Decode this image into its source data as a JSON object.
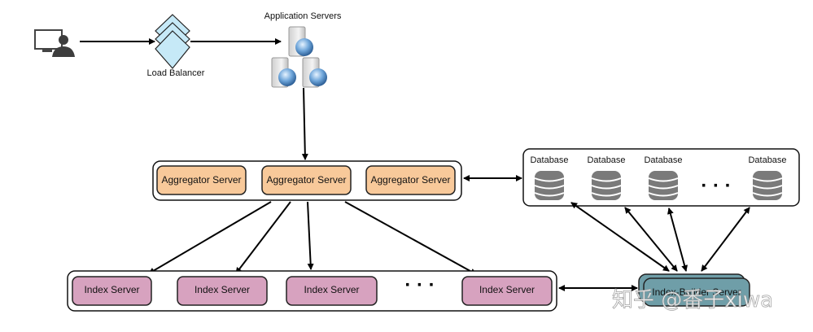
{
  "diagram": {
    "client": {
      "icon": "user-computer-icon"
    },
    "load_balancer": {
      "label": "Load Balancer",
      "icon": "diamond-stack-icon",
      "color": "#c6e9f7"
    },
    "app_servers": {
      "label": "Application Servers",
      "icon": "server-globe-icon",
      "count": 3
    },
    "aggregators": {
      "fill": "#f8c99a",
      "items": [
        {
          "label": "Aggregator Server"
        },
        {
          "label": "Aggregator Server"
        },
        {
          "label": "Aggregator Server"
        }
      ]
    },
    "databases": {
      "color": "#7a7a7a",
      "items": [
        {
          "label": "Database"
        },
        {
          "label": "Database"
        },
        {
          "label": "Database"
        },
        {
          "label": "Database"
        }
      ],
      "ellipsis": "· · ·"
    },
    "index_servers": {
      "fill": "#d7a2bf",
      "items": [
        {
          "label": "Index Server"
        },
        {
          "label": "Index Server"
        },
        {
          "label": "Index Server"
        },
        {
          "label": "Index Server"
        }
      ],
      "ellipsis": "· · ·"
    },
    "index_builder": {
      "label": "Index-Builder Server",
      "fill": "#6f9ea8"
    },
    "watermark": "知乎 @番子xiwa"
  }
}
